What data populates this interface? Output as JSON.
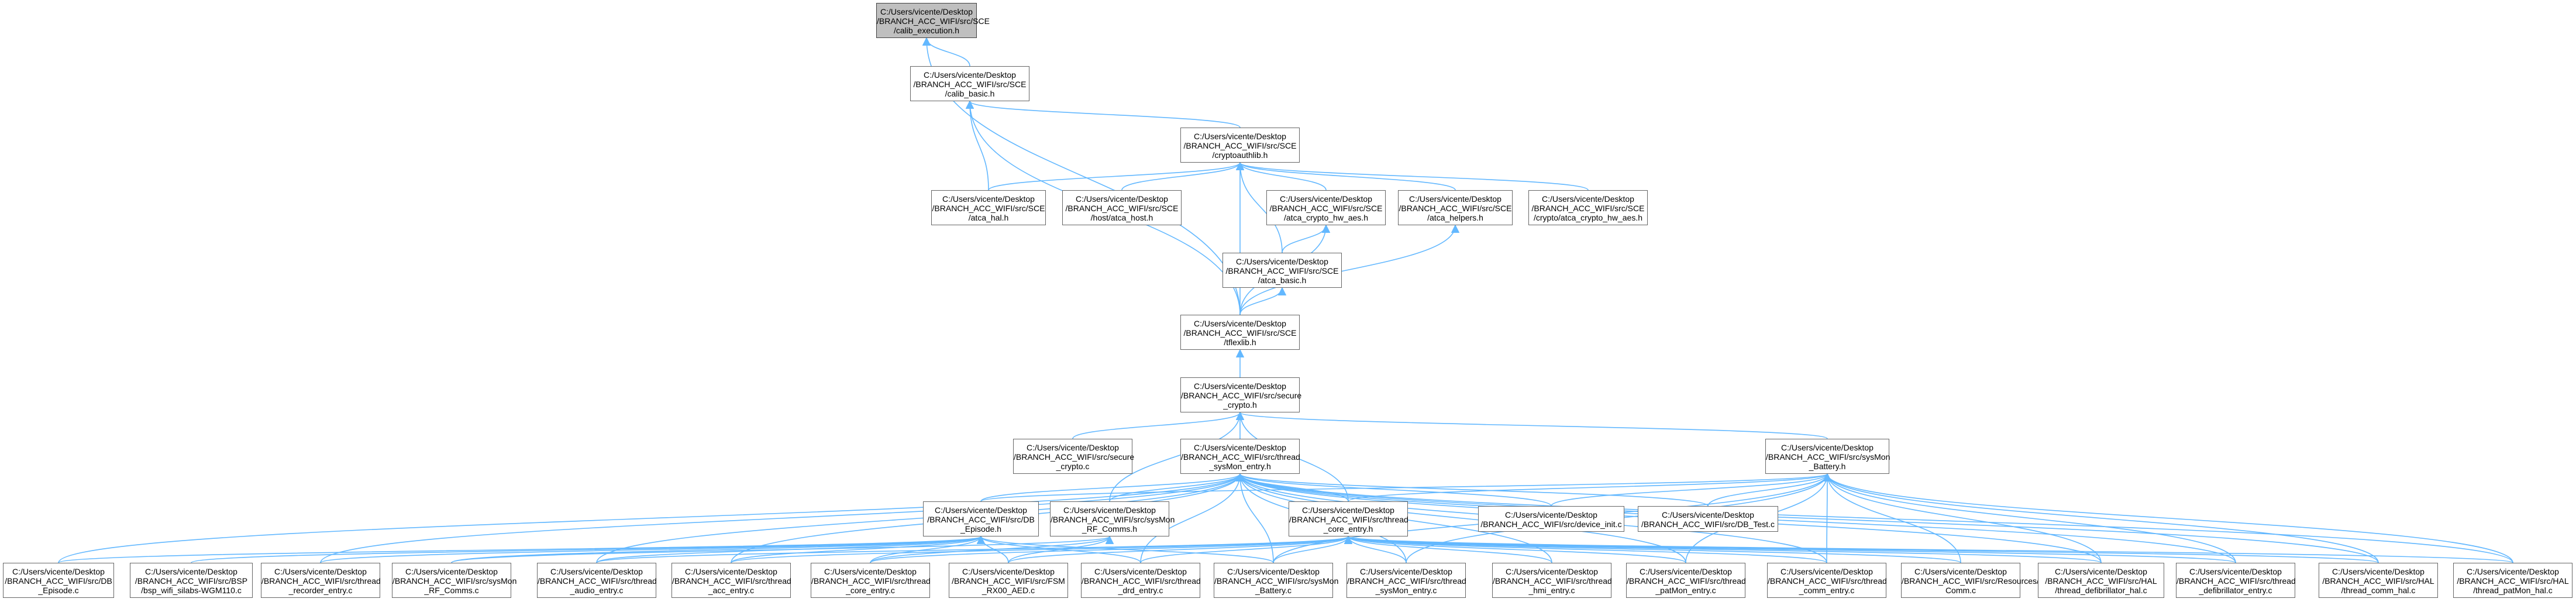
{
  "graph": {
    "edge_color": "#63b8ff",
    "root_fill": "#bfbfbf",
    "node_border": "#666666",
    "nodes": [
      {
        "id": "calib_execution_h",
        "lines": [
          "C:/Users/vicente/Desktop",
          "/BRANCH_ACC_WIFI/src/SCE",
          "/calib_execution.h"
        ]
      },
      {
        "id": "calib_basic_h",
        "lines": [
          "C:/Users/vicente/Desktop",
          "/BRANCH_ACC_WIFI/src/SCE",
          "/calib_basic.h"
        ]
      },
      {
        "id": "cryptoauthlib_h",
        "lines": [
          "C:/Users/vicente/Desktop",
          "/BRANCH_ACC_WIFI/src/SCE",
          "/cryptoauthlib.h"
        ]
      },
      {
        "id": "atca_hal_h",
        "lines": [
          "C:/Users/vicente/Desktop",
          "/BRANCH_ACC_WIFI/src/SCE",
          "/atca_hal.h"
        ]
      },
      {
        "id": "host_atca_host_h",
        "lines": [
          "C:/Users/vicente/Desktop",
          "/BRANCH_ACC_WIFI/src/SCE",
          "/host/atca_host.h"
        ]
      },
      {
        "id": "atca_crypto_hw_aes_h",
        "lines": [
          "C:/Users/vicente/Desktop",
          "/BRANCH_ACC_WIFI/src/SCE",
          "/atca_crypto_hw_aes.h"
        ]
      },
      {
        "id": "atca_helpers_h",
        "lines": [
          "C:/Users/vicente/Desktop",
          "/BRANCH_ACC_WIFI/src/SCE",
          "/atca_helpers.h"
        ]
      },
      {
        "id": "crypto_atca_crypto_hw_aes_h",
        "lines": [
          "C:/Users/vicente/Desktop",
          "/BRANCH_ACC_WIFI/src/SCE",
          "/crypto/atca_crypto_hw_aes.h"
        ]
      },
      {
        "id": "atca_basic_h",
        "lines": [
          "C:/Users/vicente/Desktop",
          "/BRANCH_ACC_WIFI/src/SCE",
          "/atca_basic.h"
        ]
      },
      {
        "id": "tflexlib_h",
        "lines": [
          "C:/Users/vicente/Desktop",
          "/BRANCH_ACC_WIFI/src/SCE",
          "/tflexlib.h"
        ]
      },
      {
        "id": "secure_crypto_h",
        "lines": [
          "C:/Users/vicente/Desktop",
          "/BRANCH_ACC_WIFI/src/secure",
          "_crypto.h"
        ]
      },
      {
        "id": "secure_crypto_c",
        "lines": [
          "C:/Users/vicente/Desktop",
          "/BRANCH_ACC_WIFI/src/secure",
          "_crypto.c"
        ]
      },
      {
        "id": "thread_sysmon_entry_h",
        "lines": [
          "C:/Users/vicente/Desktop",
          "/BRANCH_ACC_WIFI/src/thread",
          "_sysMon_entry.h"
        ]
      },
      {
        "id": "sysmon_battery_h",
        "lines": [
          "C:/Users/vicente/Desktop",
          "/BRANCH_ACC_WIFI/src/sysMon",
          "_Battery.h"
        ]
      },
      {
        "id": "db_episode_h",
        "lines": [
          "C:/Users/vicente/Desktop",
          "/BRANCH_ACC_WIFI/src/DB",
          "_Episode.h"
        ]
      },
      {
        "id": "sysmon_rf_comms_h",
        "lines": [
          "C:/Users/vicente/Desktop",
          "/BRANCH_ACC_WIFI/src/sysMon",
          "_RF_Comms.h"
        ]
      },
      {
        "id": "thread_core_entry_h",
        "lines": [
          "C:/Users/vicente/Desktop",
          "/BRANCH_ACC_WIFI/src/thread",
          "_core_entry.h"
        ]
      },
      {
        "id": "device_init_c",
        "lines": [
          "C:/Users/vicente/Desktop",
          "/BRANCH_ACC_WIFI/src/device_init.c"
        ]
      },
      {
        "id": "db_test_c",
        "lines": [
          "C:/Users/vicente/Desktop",
          "/BRANCH_ACC_WIFI/src/DB_Test.c"
        ]
      },
      {
        "id": "db_episode_c",
        "lines": [
          "C:/Users/vicente/Desktop",
          "/BRANCH_ACC_WIFI/src/DB",
          "_Episode.c"
        ]
      },
      {
        "id": "bsp_wifi_silabs_c",
        "lines": [
          "C:/Users/vicente/Desktop",
          "/BRANCH_ACC_WIFI/src/BSP",
          "/bsp_wifi_silabs-WGM110.c"
        ]
      },
      {
        "id": "thread_recorder_entry_c",
        "lines": [
          "C:/Users/vicente/Desktop",
          "/BRANCH_ACC_WIFI/src/thread",
          "_recorder_entry.c"
        ]
      },
      {
        "id": "sysmon_rf_comms_c",
        "lines": [
          "C:/Users/vicente/Desktop",
          "/BRANCH_ACC_WIFI/src/sysMon",
          "_RF_Comms.c"
        ]
      },
      {
        "id": "thread_audio_entry_c",
        "lines": [
          "C:/Users/vicente/Desktop",
          "/BRANCH_ACC_WIFI/src/thread",
          "_audio_entry.c"
        ]
      },
      {
        "id": "thread_acc_entry_c",
        "lines": [
          "C:/Users/vicente/Desktop",
          "/BRANCH_ACC_WIFI/src/thread",
          "_acc_entry.c"
        ]
      },
      {
        "id": "thread_core_entry_c",
        "lines": [
          "C:/Users/vicente/Desktop",
          "/BRANCH_ACC_WIFI/src/thread",
          "_core_entry.c"
        ]
      },
      {
        "id": "fsm_rx00_aed_c",
        "lines": [
          "C:/Users/vicente/Desktop",
          "/BRANCH_ACC_WIFI/src/FSM",
          "_RX00_AED.c"
        ]
      },
      {
        "id": "thread_drd_entry_c",
        "lines": [
          "C:/Users/vicente/Desktop",
          "/BRANCH_ACC_WIFI/src/thread",
          "_drd_entry.c"
        ]
      },
      {
        "id": "sysmon_battery_c",
        "lines": [
          "C:/Users/vicente/Desktop",
          "/BRANCH_ACC_WIFI/src/sysMon",
          "_Battery.c"
        ]
      },
      {
        "id": "thread_sysmon_entry_c",
        "lines": [
          "C:/Users/vicente/Desktop",
          "/BRANCH_ACC_WIFI/src/thread",
          "_sysMon_entry.c"
        ]
      },
      {
        "id": "thread_hmi_entry_c",
        "lines": [
          "C:/Users/vicente/Desktop",
          "/BRANCH_ACC_WIFI/src/thread",
          "_hmi_entry.c"
        ]
      },
      {
        "id": "thread_patmon_entry_c",
        "lines": [
          "C:/Users/vicente/Desktop",
          "/BRANCH_ACC_WIFI/src/thread",
          "_patMon_entry.c"
        ]
      },
      {
        "id": "thread_comm_entry_c",
        "lines": [
          "C:/Users/vicente/Desktop",
          "/BRANCH_ACC_WIFI/src/thread",
          "_comm_entry.c"
        ]
      },
      {
        "id": "resources_comm_c",
        "lines": [
          "C:/Users/vicente/Desktop",
          "/BRANCH_ACC_WIFI/src/Resources/",
          "Comm.c"
        ]
      },
      {
        "id": "hal_thread_defibrillator_hal_c",
        "lines": [
          "C:/Users/vicente/Desktop",
          "/BRANCH_ACC_WIFI/src/HAL",
          "/thread_defibrillator_hal.c"
        ]
      },
      {
        "id": "thread_defibrillator_entry_c",
        "lines": [
          "C:/Users/vicente/Desktop",
          "/BRANCH_ACC_WIFI/src/thread",
          "_defibrillator_entry.c"
        ]
      },
      {
        "id": "hal_thread_comm_hal_c",
        "lines": [
          "C:/Users/vicente/Desktop",
          "/BRANCH_ACC_WIFI/src/HAL",
          "/thread_comm_hal.c"
        ]
      },
      {
        "id": "hal_thread_patmon_hal_c",
        "lines": [
          "C:/Users/vicente/Desktop",
          "/BRANCH_ACC_WIFI/src/HAL",
          "/thread_patMon_hal.c"
        ]
      }
    ],
    "edges": [
      [
        "calib_execution_h",
        "calib_basic_h"
      ],
      [
        "calib_execution_h",
        "tflexlib_h"
      ],
      [
        "calib_basic_h",
        "cryptoauthlib_h"
      ],
      [
        "calib_basic_h",
        "atca_hal_h"
      ],
      [
        "calib_basic_h",
        "tflexlib_h"
      ],
      [
        "cryptoauthlib_h",
        "atca_hal_h"
      ],
      [
        "cryptoauthlib_h",
        "host_atca_host_h"
      ],
      [
        "cryptoauthlib_h",
        "atca_crypto_hw_aes_h"
      ],
      [
        "cryptoauthlib_h",
        "atca_helpers_h"
      ],
      [
        "cryptoauthlib_h",
        "crypto_atca_crypto_hw_aes_h"
      ],
      [
        "cryptoauthlib_h",
        "atca_basic_h"
      ],
      [
        "cryptoauthlib_h",
        "tflexlib_h"
      ],
      [
        "atca_crypto_hw_aes_h",
        "atca_basic_h"
      ],
      [
        "atca_crypto_hw_aes_h",
        "tflexlib_h"
      ],
      [
        "atca_helpers_h",
        "tflexlib_h"
      ],
      [
        "atca_basic_h",
        "tflexlib_h"
      ],
      [
        "tflexlib_h",
        "secure_crypto_h"
      ],
      [
        "secure_crypto_h",
        "secure_crypto_c"
      ],
      [
        "secure_crypto_h",
        "thread_sysmon_entry_h"
      ],
      [
        "secure_crypto_h",
        "sysmon_battery_h"
      ],
      [
        "secure_crypto_h",
        "thread_core_entry_h"
      ],
      [
        "secure_crypto_h",
        "sysmon_rf_comms_h"
      ],
      [
        "thread_sysmon_entry_h",
        "db_episode_h"
      ],
      [
        "thread_sysmon_entry_h",
        "sysmon_rf_comms_h"
      ],
      [
        "thread_sysmon_entry_h",
        "thread_core_entry_h"
      ],
      [
        "thread_sysmon_entry_h",
        "device_init_c"
      ],
      [
        "thread_sysmon_entry_h",
        "db_test_c"
      ],
      [
        "thread_sysmon_entry_h",
        "db_episode_c"
      ],
      [
        "thread_sysmon_entry_h",
        "thread_recorder_entry_c"
      ],
      [
        "thread_sysmon_entry_h",
        "thread_audio_entry_c"
      ],
      [
        "thread_sysmon_entry_h",
        "thread_acc_entry_c"
      ],
      [
        "thread_sysmon_entry_h",
        "thread_drd_entry_c"
      ],
      [
        "thread_sysmon_entry_h",
        "sysmon_battery_c"
      ],
      [
        "thread_sysmon_entry_h",
        "thread_sysmon_entry_c"
      ],
      [
        "thread_sysmon_entry_h",
        "thread_hmi_entry_c"
      ],
      [
        "thread_sysmon_entry_h",
        "thread_patmon_entry_c"
      ],
      [
        "thread_sysmon_entry_h",
        "thread_comm_entry_c"
      ],
      [
        "thread_sysmon_entry_h",
        "hal_thread_defibrillator_hal_c"
      ],
      [
        "thread_sysmon_entry_h",
        "thread_defibrillator_entry_c"
      ],
      [
        "thread_sysmon_entry_h",
        "hal_thread_comm_hal_c"
      ],
      [
        "thread_sysmon_entry_h",
        "hal_thread_patmon_hal_c"
      ],
      [
        "sysmon_battery_h",
        "device_init_c"
      ],
      [
        "sysmon_battery_h",
        "db_test_c"
      ],
      [
        "sysmon_battery_h",
        "thread_core_entry_h"
      ],
      [
        "sysmon_battery_h",
        "db_episode_h"
      ],
      [
        "sysmon_battery_h",
        "sysmon_battery_c"
      ],
      [
        "sysmon_battery_h",
        "thread_sysmon_entry_c"
      ],
      [
        "sysmon_battery_h",
        "thread_patmon_entry_c"
      ],
      [
        "sysmon_battery_h",
        "thread_comm_entry_c"
      ],
      [
        "sysmon_battery_h",
        "resources_comm_c"
      ],
      [
        "sysmon_battery_h",
        "hal_thread_defibrillator_hal_c"
      ],
      [
        "sysmon_battery_h",
        "thread_defibrillator_entry_c"
      ],
      [
        "sysmon_battery_h",
        "hal_thread_comm_hal_c"
      ],
      [
        "sysmon_battery_h",
        "hal_thread_patmon_hal_c"
      ],
      [
        "db_episode_h",
        "db_episode_c"
      ],
      [
        "db_episode_h",
        "bsp_wifi_silabs_c"
      ],
      [
        "db_episode_h",
        "thread_recorder_entry_c"
      ],
      [
        "db_episode_h",
        "sysmon_rf_comms_c"
      ],
      [
        "db_episode_h",
        "thread_audio_entry_c"
      ],
      [
        "db_episode_h",
        "thread_acc_entry_c"
      ],
      [
        "db_episode_h",
        "thread_core_entry_c"
      ],
      [
        "db_episode_h",
        "fsm_rx00_aed_c"
      ],
      [
        "db_episode_h",
        "thread_drd_entry_c"
      ],
      [
        "db_episode_h",
        "sysmon_battery_c"
      ],
      [
        "sysmon_rf_comms_h",
        "sysmon_rf_comms_c"
      ],
      [
        "sysmon_rf_comms_h",
        "thread_core_entry_c"
      ],
      [
        "sysmon_rf_comms_h",
        "fsm_rx00_aed_c"
      ],
      [
        "thread_core_entry_h",
        "thread_core_entry_c"
      ],
      [
        "thread_core_entry_h",
        "fsm_rx00_aed_c"
      ],
      [
        "thread_core_entry_h",
        "thread_drd_entry_c"
      ],
      [
        "thread_core_entry_h",
        "sysmon_battery_c"
      ],
      [
        "thread_core_entry_h",
        "thread_sysmon_entry_c"
      ],
      [
        "thread_core_entry_h",
        "thread_hmi_entry_c"
      ],
      [
        "thread_core_entry_h",
        "thread_patmon_entry_c"
      ],
      [
        "thread_core_entry_h",
        "thread_comm_entry_c"
      ],
      [
        "thread_core_entry_h",
        "resources_comm_c"
      ],
      [
        "thread_core_entry_h",
        "hal_thread_defibrillator_hal_c"
      ],
      [
        "thread_core_entry_h",
        "thread_defibrillator_entry_c"
      ],
      [
        "thread_core_entry_h",
        "hal_thread_comm_hal_c"
      ],
      [
        "thread_core_entry_h",
        "hal_thread_patmon_hal_c"
      ],
      [
        "thread_core_entry_h",
        "thread_audio_entry_c"
      ],
      [
        "thread_core_entry_h",
        "thread_acc_entry_c"
      ]
    ]
  }
}
